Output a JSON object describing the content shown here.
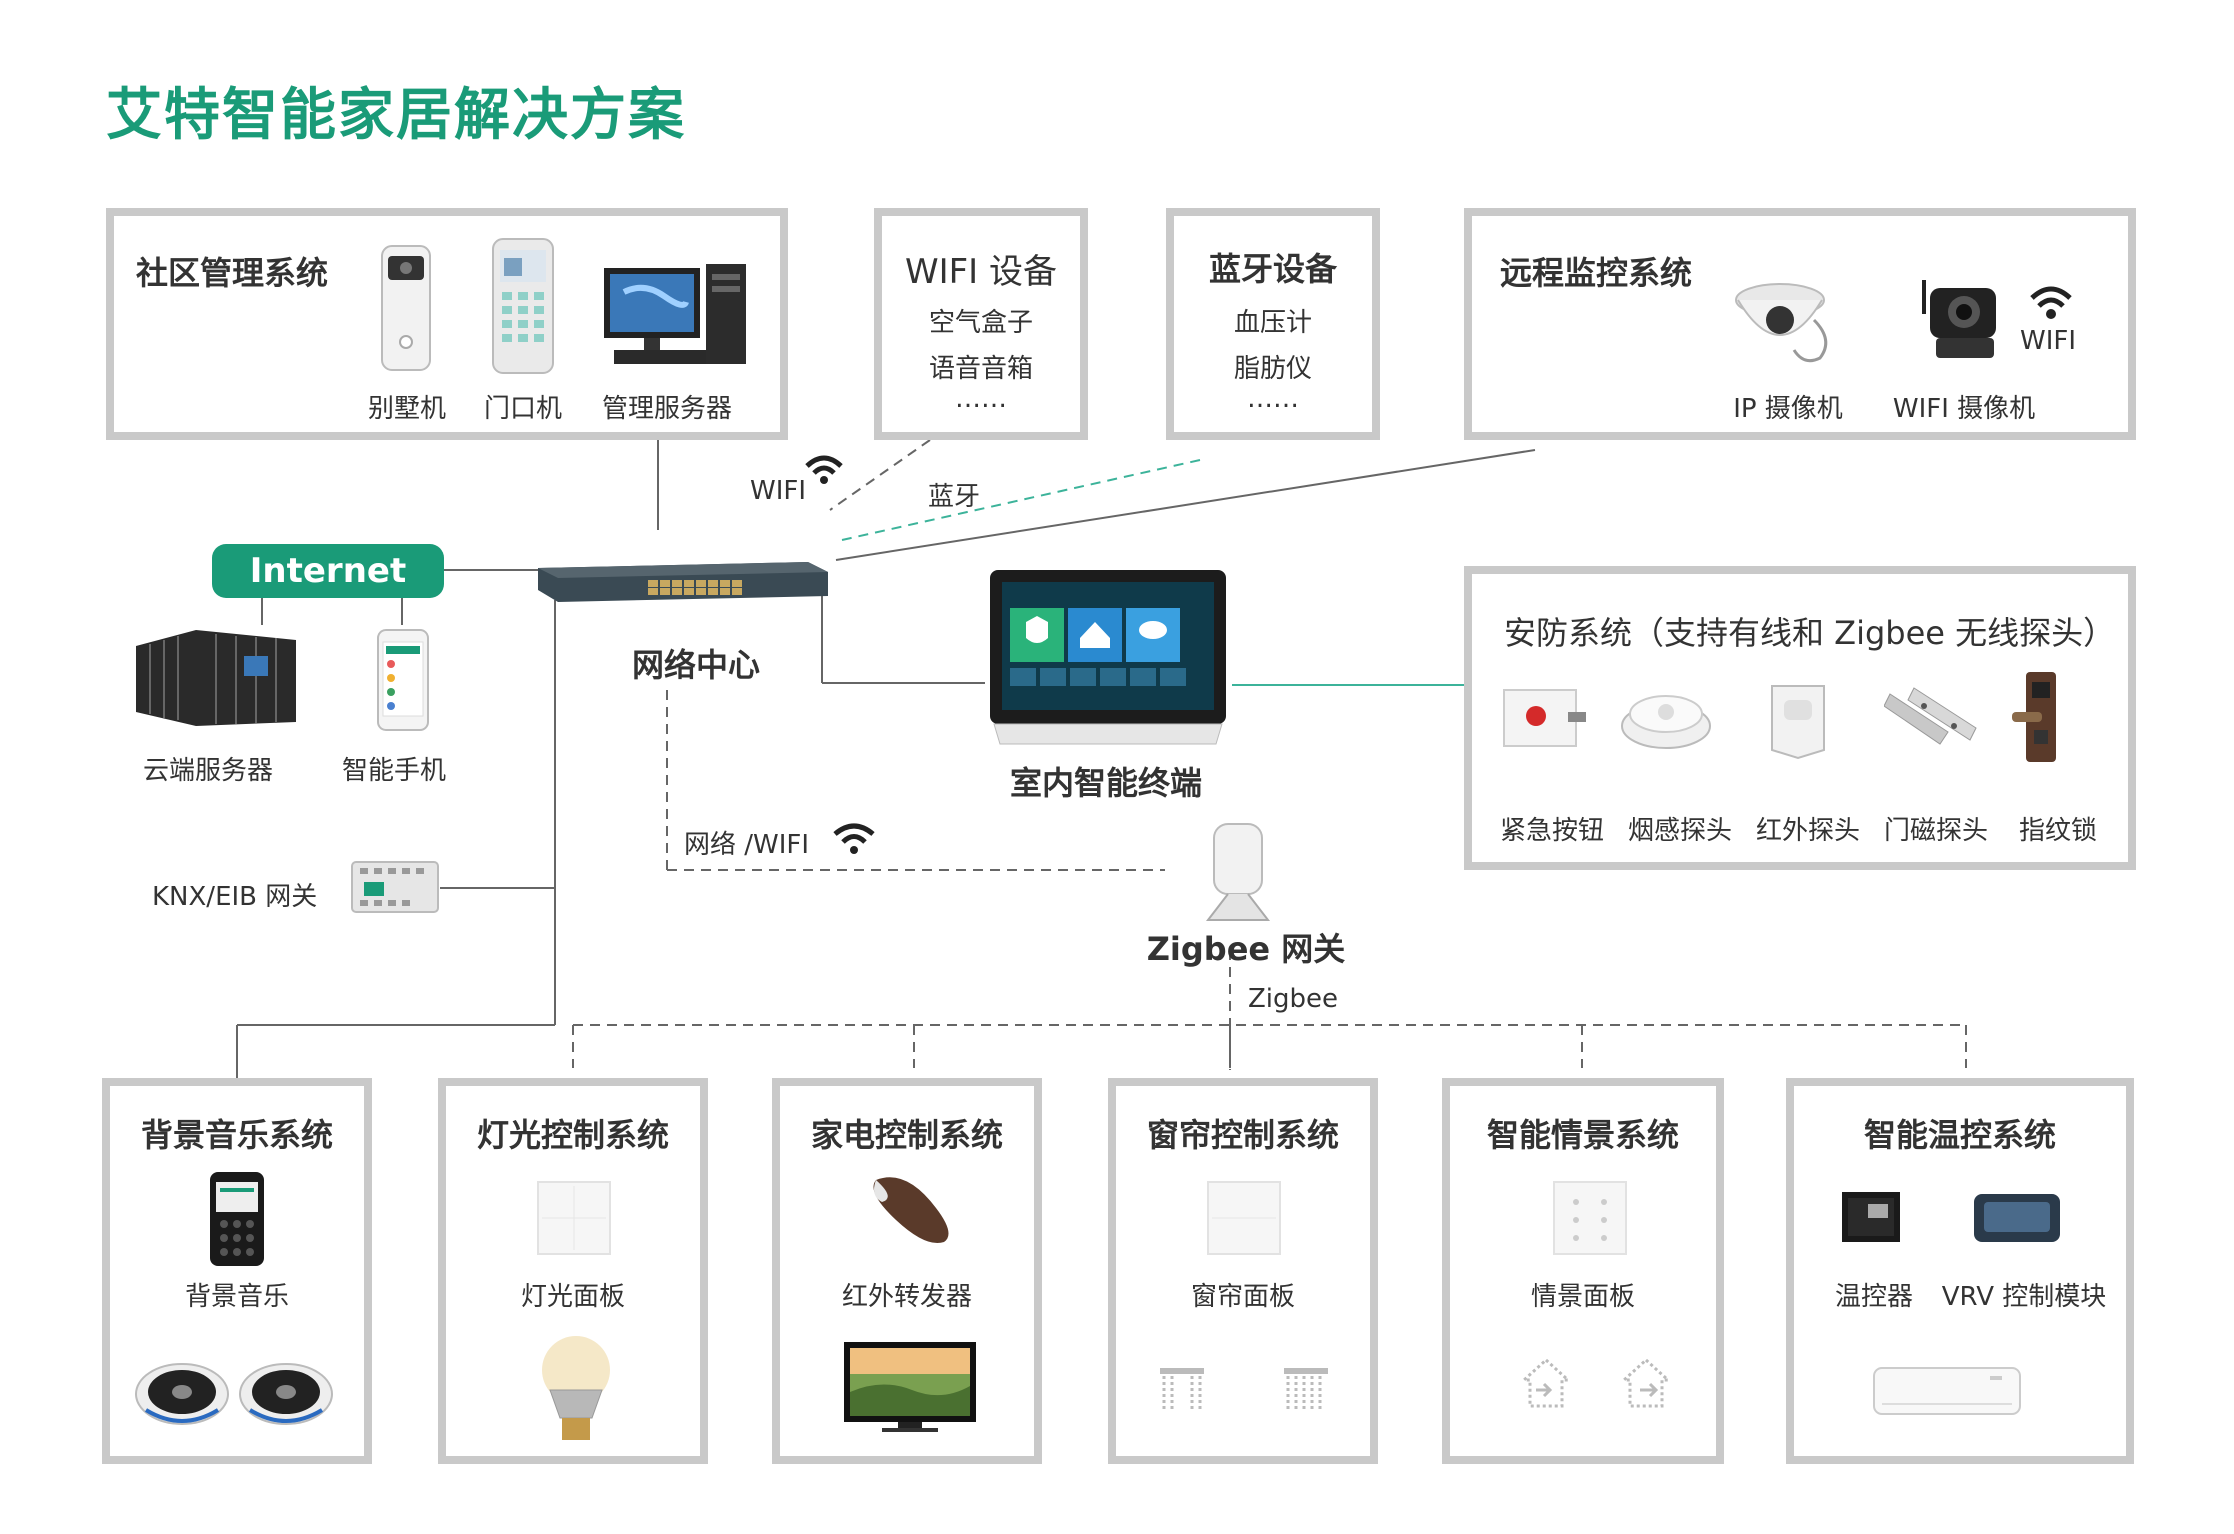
{
  "title": "艾特智能家居解决方案",
  "community": {
    "title": "社区管理系统",
    "items": [
      "别墅机",
      "门口机",
      "管理服务器"
    ]
  },
  "wifi_devices": {
    "title": "WIFI 设备",
    "items": [
      "空气盒子",
      "语音音箱",
      "……"
    ]
  },
  "bt_devices": {
    "title": "蓝牙设备",
    "items": [
      "血压计",
      "脂肪仪",
      "……"
    ]
  },
  "remote": {
    "title": "远程监控系统",
    "items": [
      "IP 摄像机",
      "WIFI 摄像机"
    ],
    "wifi_label": "WIFI"
  },
  "internet": "Internet",
  "cloud_server": "云端服务器",
  "smartphone": "智能手机",
  "knx": "KNX/EIB 网关",
  "network_center": "网络中心",
  "terminal": "室内智能终端",
  "link_wifi": "WIFI",
  "link_bt": "蓝牙",
  "link_net_wifi": "网络 /WIFI",
  "zigbee_gateway": "Zigbee 网关",
  "zigbee": "Zigbee",
  "security": {
    "title": "安防系统（支持有线和 Zigbee 无线探头）",
    "items": [
      "紧急按钮",
      "烟感探头",
      "红外探头",
      "门磁探头",
      "指纹锁"
    ]
  },
  "bottom": [
    {
      "title": "背景音乐系统",
      "item": "背景音乐"
    },
    {
      "title": "灯光控制系统",
      "item": "灯光面板"
    },
    {
      "title": "家电控制系统",
      "item": "红外转发器"
    },
    {
      "title": "窗帘控制系统",
      "item": "窗帘面板"
    },
    {
      "title": "智能情景系统",
      "item": "情景面板"
    },
    {
      "title": "智能温控系统",
      "items": [
        "温控器",
        "VRV 控制模块"
      ]
    }
  ],
  "colors": {
    "brand": "#1a9b78",
    "border": "#c9c9c9",
    "line": "#666666",
    "teal_line": "#3cb39a"
  }
}
